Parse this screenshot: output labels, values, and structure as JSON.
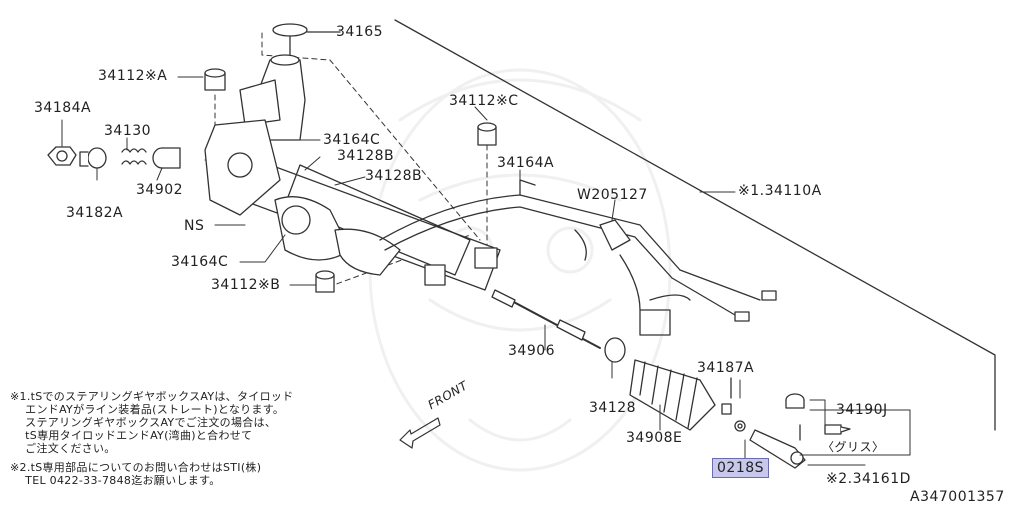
{
  "labels": {
    "p34165": "34165",
    "p34112a": "34112※A",
    "p34184a": "34184A",
    "p34130": "34130",
    "p34164c_top": "34164C",
    "p34128b_1": "34128B",
    "p34128b_2": "34128B",
    "p34902": "34902",
    "p34182a": "34182A",
    "p34112c": "34112※C",
    "p34164a": "34164A",
    "pw205127": "W205127",
    "p34110a": "※1.34110A",
    "pns": "NS",
    "p34164c_bot": "34164C",
    "p34112b": "34112※B",
    "p34906": "34906",
    "p34187a": "34187A",
    "p34190j": "34190J",
    "p34128": "34128",
    "p34908e": "34908E",
    "grease": "〈グリス〉",
    "p0218s": "0218S",
    "p34161d": "※2.34161D",
    "front": "FRONT",
    "diagram_id": "A347001357"
  },
  "notes": {
    "note1": "※1.tSでのステアリングギヤボックスAYは、タイロッド\n    エンドAYがライン装着品(ストレート)となります。\n    ステアリングギヤボックスAYでご注文の場合は、\n    tS専用タイロッドエンドAY(湾曲)と合わせて\n    ご注文ください。",
    "note2": "※2.tS専用部品についてのお問い合わせはSTI(株)\n    TEL 0422-33-7848迄お願いします。"
  },
  "highlight_color": "#c8c8ec"
}
